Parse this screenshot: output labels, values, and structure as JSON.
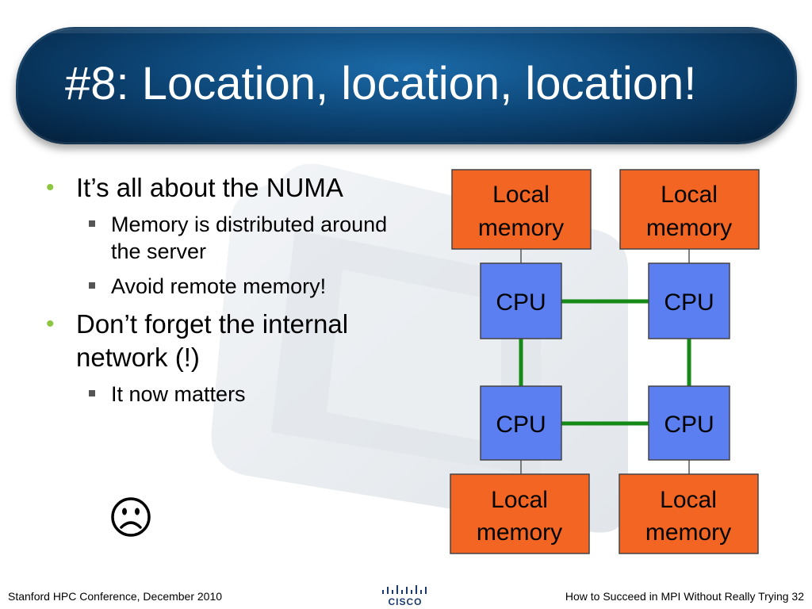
{
  "slide": {
    "title": "#8: Location, location, location!",
    "bullets": [
      {
        "text": "It’s all about the NUMA",
        "sub": [
          "Memory is distributed around the server",
          "Avoid remote memory!"
        ]
      },
      {
        "text": "Don’t forget the internal network (!)",
        "sub": [
          "It now matters"
        ]
      }
    ],
    "emoticon": "frown-face"
  },
  "diagram": {
    "memory_label_line1": "Local",
    "memory_label_line2": "memory",
    "cpu_label": "CPU",
    "colors": {
      "memory_fill": "#f26522",
      "cpu_fill": "#5b7ff0",
      "interconnect": "#168a16",
      "memory_link": "#555555"
    }
  },
  "footer": {
    "left": "Stanford HPC Conference, December 2010",
    "right": "How to Succeed in MPI Without Really Trying 32",
    "logo_text": "CISCO"
  },
  "theme": {
    "banner": "#0d4677",
    "bullet": "#8dc63f"
  }
}
